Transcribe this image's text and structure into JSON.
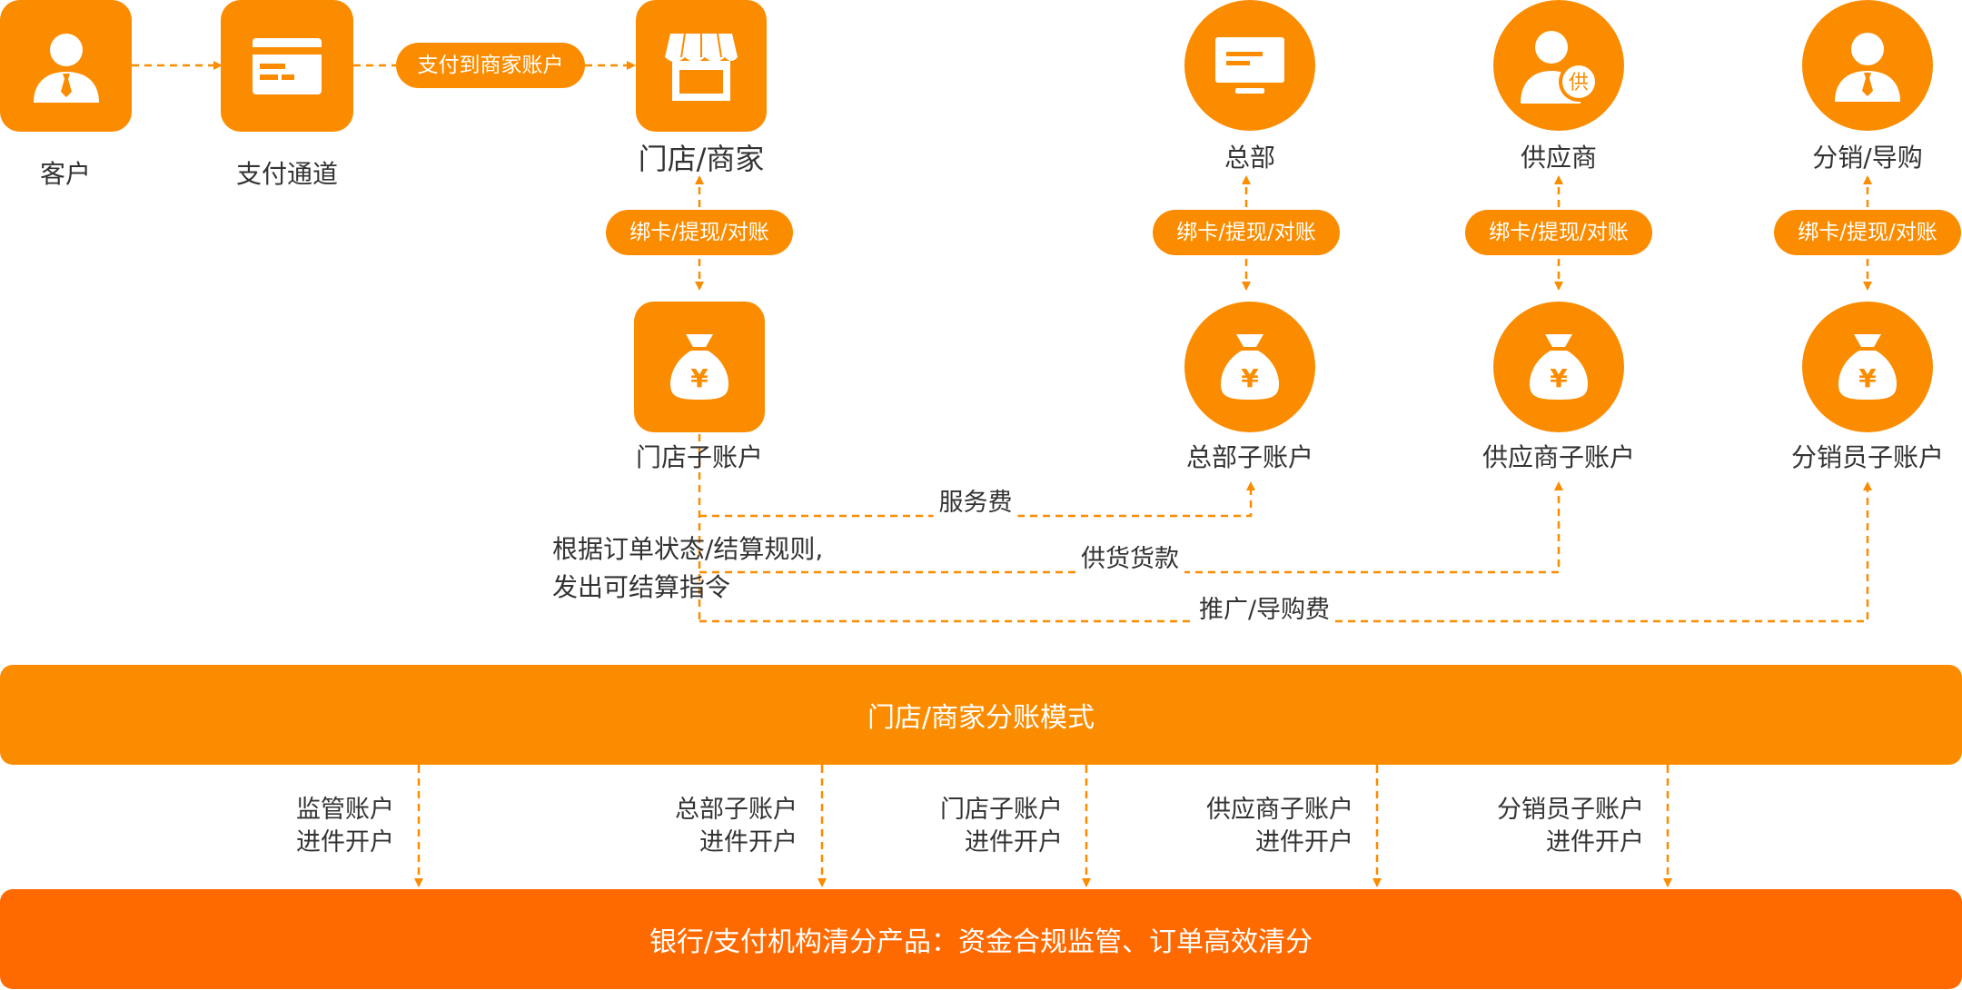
{
  "colors": {
    "primary": "#fb8c00",
    "bank_bar": "#ff6a00",
    "dashed_line": "#fb8c00",
    "text": "#333333"
  },
  "top_flow": {
    "customer": {
      "label": "客户",
      "icon": "person-icon"
    },
    "channel": {
      "label": "支付通道",
      "icon": "card-icon"
    },
    "pay_pill": "支付到商家账户",
    "store": {
      "label": "门店/商家",
      "icon": "storefront-icon"
    }
  },
  "parties": [
    {
      "label": "总部",
      "icon": "monitor-icon"
    },
    {
      "label": "供应商",
      "icon": "supplier-person-icon",
      "badge": "供"
    },
    {
      "label": "分销/导购",
      "icon": "person-icon"
    }
  ],
  "pills": {
    "store": "绑卡/提现/对账",
    "hq": "绑卡/提现/对账",
    "supplier": "绑卡/提现/对账",
    "distribution": "绑卡/提现/对账"
  },
  "sub_accounts": {
    "store": "门店子账户",
    "hq": "总部子账户",
    "supplier": "供应商子账户",
    "distribution": "分销员子账户",
    "icon": "money-bag-icon",
    "currency_symbol": "¥"
  },
  "settlement": {
    "note_line1": "根据订单状态/结算规则,",
    "note_line2": "发出可结算指令",
    "service_fee": "服务费",
    "supply_payment": "供货货款",
    "promotion_fee": "推广/导购费"
  },
  "mode_bar": "门店/商家分账模式",
  "open_accounts": [
    {
      "line1": "监管账户",
      "line2": "进件开户"
    },
    {
      "line1": "总部子账户",
      "line2": "进件开户"
    },
    {
      "line1": "门店子账户",
      "line2": "进件开户"
    },
    {
      "line1": "供应商子账户",
      "line2": "进件开户"
    },
    {
      "line1": "分销员子账户",
      "line2": "进件开户"
    }
  ],
  "bank_bar": "银行/支付机构清分产品：资金合规监管、订单高效清分"
}
